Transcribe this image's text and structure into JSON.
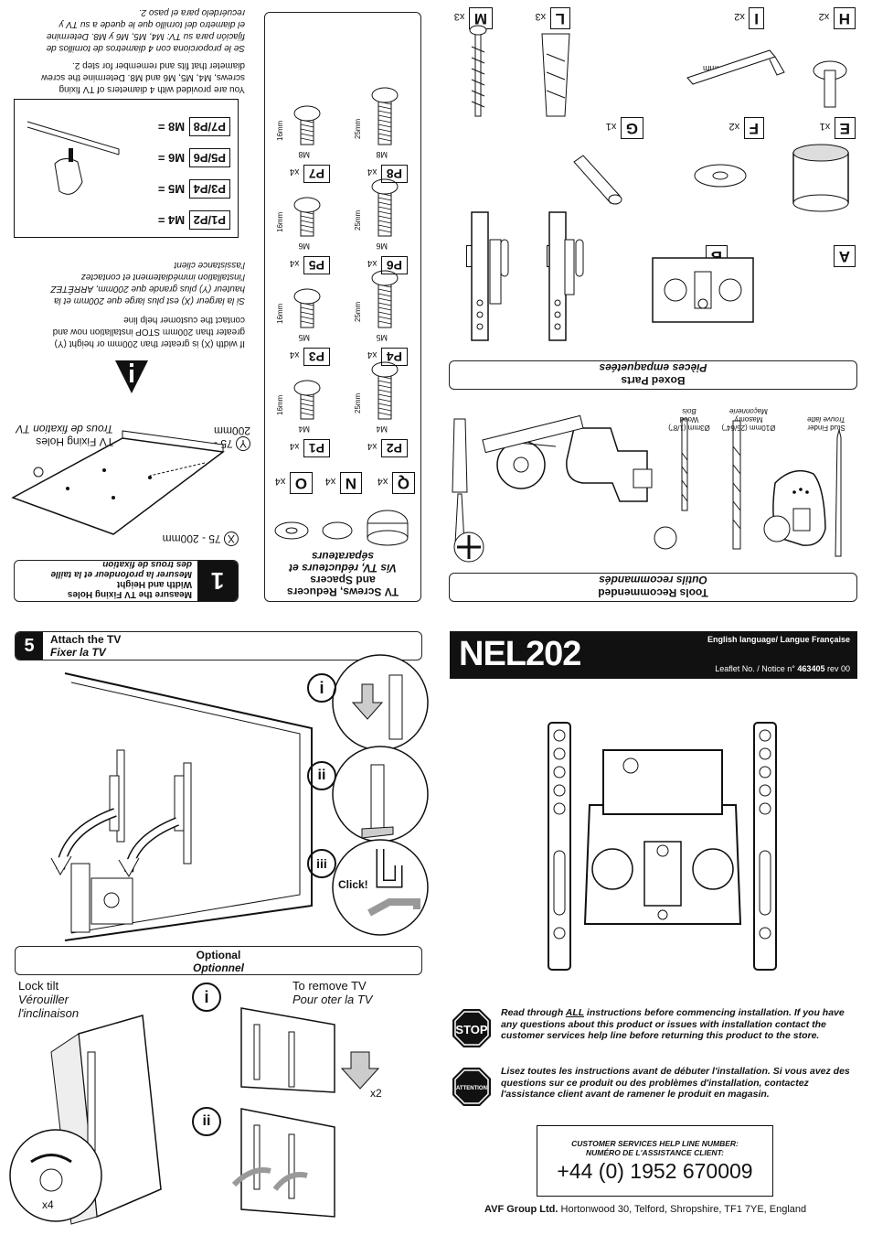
{
  "step1": {
    "number": "1",
    "title_en_l1": "Measure the TV Fixing Holes",
    "title_en_l2": "Width and Height",
    "title_fr_l1": "Mesurer la profondeur et la taille",
    "title_fr_l2": "des trous de fixation",
    "x_dim": "75 - 200mm",
    "y_dim_l1": "75 -",
    "y_dim_l2": "200mm",
    "x_letter": "X",
    "y_letter": "Y",
    "holes_en": "TV Fixing Holes",
    "holes_fr": "Trous de fixation TV",
    "warn_en": [
      "If width (X) is greater than 200mm or height (Y)",
      "greater than 200mm STOP installation now and",
      "contact the customer help line"
    ],
    "warn_fr": [
      "Si la largeur (X) est plus large que 200mm et la",
      "hauteur (Y) plus grande que 200mm, ARRÊTEZ",
      "l'installation immédiatement et contactez",
      "l'assistance client"
    ],
    "screws_en": [
      "You are provided with 4 diameters of TV fixing",
      "screws, M4, M5, M6 and M8. Determine the screw",
      "diameter that fits and remember for step 2."
    ],
    "screws_fr": [
      "Se le proporciona con 4 diametros de tornillos de",
      "fijación para su TV: M4, M5, M6 y M8. Determine",
      "el diametro del tornillo que le quede a su TV y",
      "recuérdelo para el paso 2."
    ],
    "chart": [
      {
        "size": "M4 =",
        "pair": "P1/P2"
      },
      {
        "size": "M5 =",
        "pair": "P3/P4"
      },
      {
        "size": "M6 =",
        "pair": "P5/P6"
      },
      {
        "size": "M8 =",
        "pair": "P7/P8"
      }
    ]
  },
  "screws_panel": {
    "title_en_l1": "TV Screws, Reducers",
    "title_en_l2": "and Spacers",
    "title_fr_l1": "Vis TV, réducteurs et",
    "title_fr_l2": "séparateurs",
    "spacers": [
      {
        "label": "Q",
        "qty": "x4"
      },
      {
        "label": "N",
        "qty": "x4"
      },
      {
        "label": "O",
        "qty": "x4"
      }
    ],
    "screws": [
      {
        "label": "P1",
        "qty": "x4",
        "thread": "M4",
        "len": "16mm"
      },
      {
        "label": "P2",
        "qty": "x4",
        "thread": "M4",
        "len": "25mm"
      },
      {
        "label": "P3",
        "qty": "x4",
        "thread": "M5",
        "len": "16mm"
      },
      {
        "label": "P4",
        "qty": "x4",
        "thread": "M5",
        "len": "25mm"
      },
      {
        "label": "P5",
        "qty": "x4",
        "thread": "M6",
        "len": "16mm"
      },
      {
        "label": "P6",
        "qty": "x4",
        "thread": "M6",
        "len": "25mm"
      },
      {
        "label": "P7",
        "qty": "x4",
        "thread": "M8",
        "len": "16mm"
      },
      {
        "label": "P8",
        "qty": "x4",
        "thread": "M8",
        "len": "25mm"
      }
    ]
  },
  "tools": {
    "title_en": "Tools Recommended",
    "title_fr": "Outils recommandés",
    "stud_finder_l1": "Stud Finder",
    "stud_finder_l2": "Trouve latte",
    "masonry_l1": "Ø10mm (25/64\")",
    "masonry_l2": "Masonry",
    "masonry_l3": "Maçonnerie",
    "wood_l1": "Ø3mm (1/8\")",
    "wood_l2": "Wood",
    "wood_l3": "Bois"
  },
  "boxed": {
    "title_en": "Boxed Parts",
    "title_fr": "Pièces empaquetées",
    "parts": [
      {
        "label": "A",
        "qty": ""
      },
      {
        "label": "B",
        "qty": ""
      },
      {
        "label": "C",
        "qty": ""
      },
      {
        "label": "D",
        "qty": ""
      },
      {
        "label": "E",
        "qty": "x1"
      },
      {
        "label": "F",
        "qty": "x2"
      },
      {
        "label": "G",
        "qty": "x1"
      },
      {
        "label": "H",
        "qty": "x2"
      },
      {
        "label": "I",
        "qty": "x2"
      },
      {
        "label": "L",
        "qty": "x3"
      },
      {
        "label": "M",
        "qty": "x3"
      }
    ],
    "allen": "4mm"
  },
  "step5": {
    "number": "5",
    "title_en": "Attach the TV",
    "title_fr": "Fixer la TV",
    "steps": [
      "i",
      "ii",
      "iii"
    ],
    "click": "Click!"
  },
  "optional": {
    "title_en": "Optional",
    "title_fr": "Optionnel",
    "lock_en": "Lock tilt",
    "lock_fr_l1": "Vérouiller",
    "lock_fr_l2": "l'inclinaison",
    "remove_en": "To remove TV",
    "remove_fr": "Pour oter la TV",
    "x2": "x2",
    "x4": "x4",
    "steps": [
      "i",
      "ii"
    ]
  },
  "cover": {
    "model": "NEL202",
    "language": "English language/ Langue Française",
    "leaflet_prefix": "Leaflet No. / Notice n°",
    "leaflet_no": "463405",
    "rev": "rev 00",
    "stop_sign": "STOP",
    "attention_sign": "ATTENTION",
    "stop_en_l1_pre": "Read through ",
    "stop_en_l1_u": "ALL",
    "stop_en_l1_post": " instructions before commencing installation.",
    "stop_en_rest": "If you have any questions about this product or issues with installation contact the customer services help line before returning this product to the store.",
    "stop_fr": "Lisez toutes les instructions avant de débuter l'installation. Si vous avez des questions sur ce produit ou des problèmes d'installation, contactez l'assistance client avant de ramener le produit en magasin.",
    "help_title_en": "CUSTOMER SERVICES HELP LINE NUMBER:",
    "help_title_fr": "NUMÉRO DE L'ASSISTANCE CLIENT:",
    "phone": "+44 (0) 1952 670009",
    "company": "AVF Group Ltd.",
    "address": "Hortonwood 30, Telford, Shropshire, TF1 7YE, England"
  },
  "colors": {
    "black": "#111111",
    "grey": "#bdbdbd",
    "light": "#e6e6e6"
  }
}
